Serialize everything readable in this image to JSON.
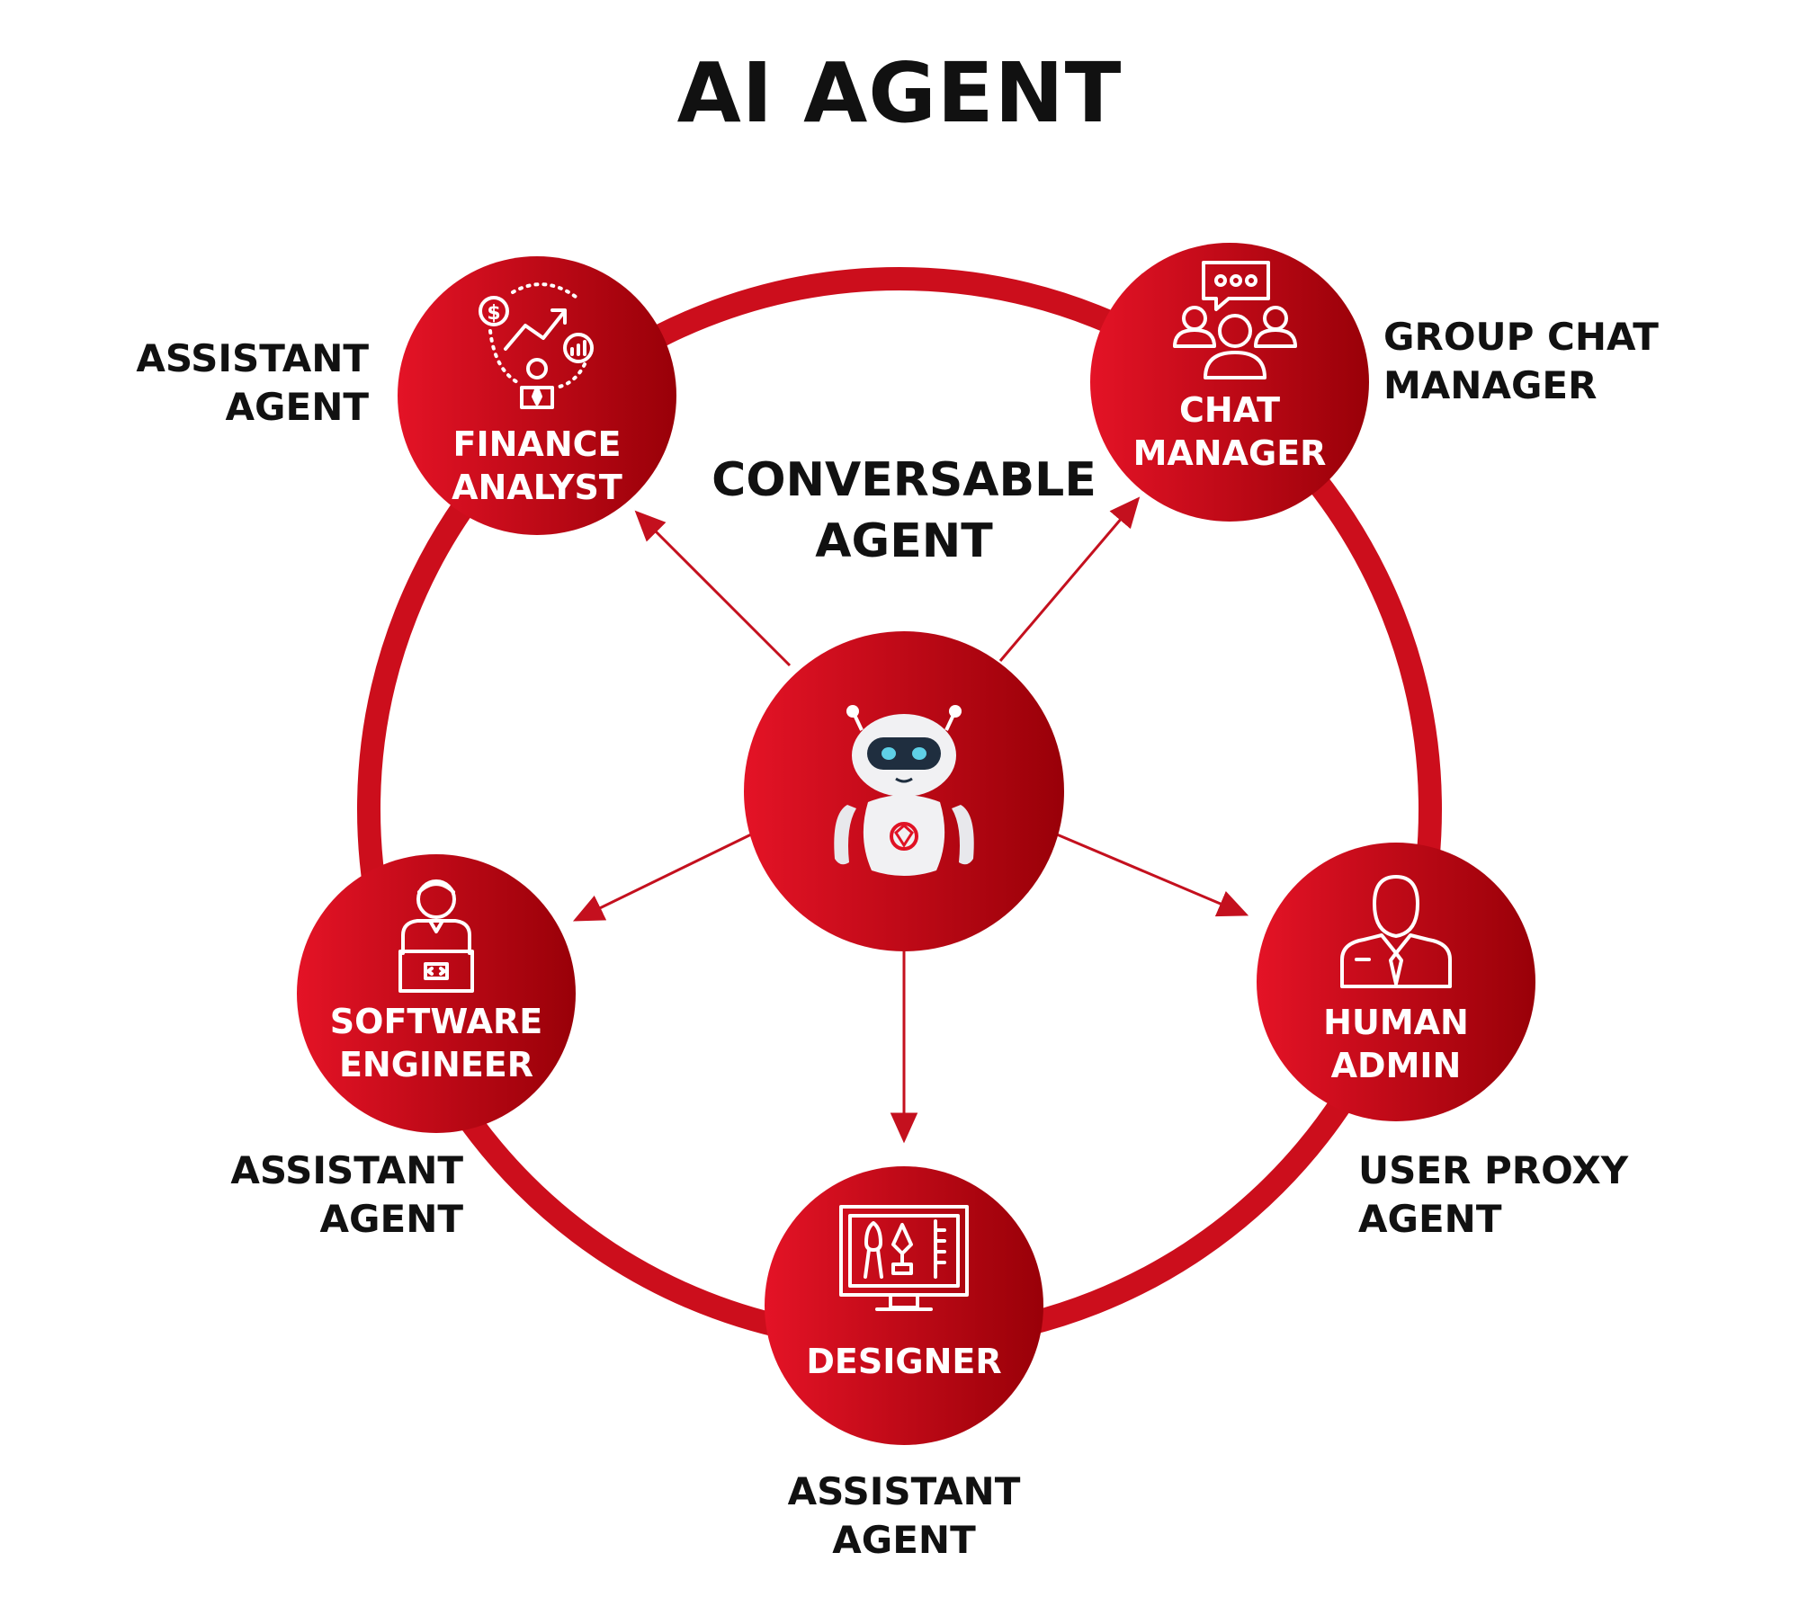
{
  "title": "AI AGENT",
  "center": {
    "line1": "CONVERSABLE",
    "line2": "AGENT",
    "icon": "robot-icon"
  },
  "nodes": {
    "finance": {
      "line1": "FINANCE",
      "line2": "ANALYST",
      "icon": "finance-growth-icon"
    },
    "chat": {
      "line1": "CHAT",
      "line2": "MANAGER",
      "icon": "group-chat-icon"
    },
    "software": {
      "line1": "SOFTWARE",
      "line2": "ENGINEER",
      "icon": "developer-laptop-icon"
    },
    "human": {
      "line1": "HUMAN",
      "line2": "ADMIN",
      "icon": "businessman-icon"
    },
    "designer": {
      "line1": "DESIGNER",
      "icon": "design-monitor-icon"
    }
  },
  "roles": {
    "finance": {
      "line1": "ASSISTANT",
      "line2": "AGENT"
    },
    "chat": {
      "line1": "GROUP CHAT",
      "line2": "MANAGER"
    },
    "software": {
      "line1": "ASSISTANT",
      "line2": "AGENT"
    },
    "human": {
      "line1": "USER PROXY",
      "line2": "AGENT"
    },
    "designer": {
      "line1": "ASSISTANT",
      "line2": "AGENT"
    }
  },
  "colors": {
    "node_red": "#e01224",
    "node_dark": "#9b0008",
    "ring": "#cc0e1c",
    "arrow": "#c4101e",
    "text": "#111111"
  }
}
